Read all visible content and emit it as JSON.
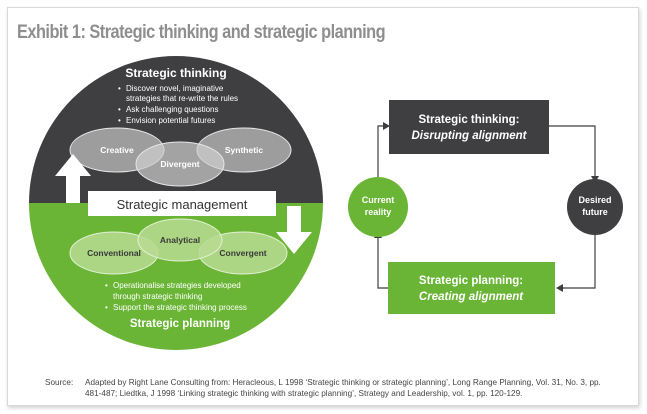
{
  "title": "Exhibit 1:  Strategic thinking and strategic planning",
  "colors": {
    "dark": "#3f3f41",
    "green": "#6ab535",
    "oval_fill": "#d4d4d4",
    "oval_green_fill": "#b5d98e",
    "title_gray": "#8e8e8e"
  },
  "thinking": {
    "heading": "Strategic thinking",
    "bullets": [
      "Discover novel, imaginative",
      "strategies that re-write the rules",
      "Ask challenging questions",
      "Envision potential futures"
    ],
    "ovals": [
      "Creative",
      "Divergent",
      "Synthetic"
    ]
  },
  "management_label": "Strategic management",
  "planning": {
    "ovals": [
      "Conventional",
      "Analytical",
      "Convergent"
    ],
    "bullets": [
      "Operationalise strategies developed",
      "through strategic thinking",
      "Support the strategic thinking process"
    ],
    "heading": "Strategic planning"
  },
  "cycle": {
    "top_box": {
      "line1": "Strategic thinking:",
      "line2": "Disrupting alignment"
    },
    "bottom_box": {
      "line1": "Strategic planning:",
      "line2": "Creating alignment"
    },
    "left_circle": {
      "line1": "Current",
      "line2": "reality"
    },
    "right_circle": {
      "line1": "Desired",
      "line2": "future"
    }
  },
  "source": {
    "label": "Source:",
    "text": "Adapted by Right Lane Consulting from: Heracleous, L 1998 ‘Strategic thinking or strategic planning’, Long Range Planning, Vol. 31, No. 3, pp. 481-487; Liedtka, J 1998 ‘Linking strategic thinking with strategic planning’, Strategy and Leadership, vol. 1, pp. 120-129."
  }
}
